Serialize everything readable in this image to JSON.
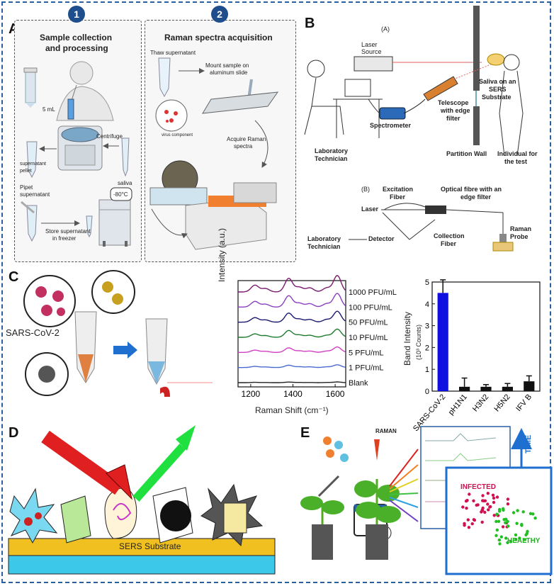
{
  "panel_labels": {
    "a": "A",
    "b": "B",
    "c": "C",
    "d": "D",
    "e": "E"
  },
  "panel_a": {
    "step1_num": "1",
    "step1_title_l1": "Sample collection",
    "step1_title_l2": "and processing",
    "step2_num": "2",
    "step2_title": "Raman spectra acquisition",
    "vol": "5 mL",
    "centrifuge": "Centrifuge",
    "supernatant": "supernatant",
    "pellet": "pellet",
    "saliva": "saliva",
    "pipet_l1": "Pipet",
    "pipet_l2": "supernatant",
    "store_l1": "Store supernatant",
    "store_l2": "in freezer",
    "temp": "-80°C",
    "thaw": "Thaw supernatant",
    "virus": "virus component",
    "mount_l1": "Mount sample on",
    "mount_l2": "aluminum slide",
    "acquire_l1": "Acquire Raman",
    "acquire_l2": "spectra"
  },
  "panel_b": {
    "sub_a": "(A)",
    "laser_l1": "Laser",
    "laser_l2": "Source",
    "saliva_l1": "Saliva on an",
    "saliva_l2": "SERS",
    "saliva_l3": "Substrate",
    "telescope_l1": "Telescope",
    "telescope_l2": "with edge",
    "telescope_l3": "filter",
    "spectrometer": "Spectrometer",
    "tech_l1": "Laboratory",
    "tech_l2": "Technician",
    "partition": "Partition Wall",
    "indiv_l1": "Individual for",
    "indiv_l2": "the test",
    "sub_b": "(B)",
    "excitation_l1": "Excitation",
    "excitation_l2": "Fiber",
    "optical_l1": "Optical fibre with an",
    "optical_l2": "edge filter",
    "laser": "Laser",
    "raman_l1": "Raman",
    "raman_l2": "Probe",
    "detector": "Detector",
    "collection_l1": "Collection",
    "collection_l2": "Fiber",
    "tech2_l1": "Laboratory",
    "tech2_l2": "Technician"
  },
  "panel_c": {
    "sars": "SARS-CoV-2",
    "spectra_ylabel": "Intensity (a.u.)",
    "spectra_xlabel": "Raman Shift (cm⁻¹)",
    "spectra_ticks": [
      "1200",
      "1400",
      "1600"
    ],
    "bar_ylabel_l1": "Band Intensity",
    "bar_ylabel_l2": "(10³ Counts)",
    "bar_yticks": [
      "0",
      "1",
      "2",
      "3",
      "4",
      "5"
    ]
  },
  "chart_data": [
    {
      "type": "line",
      "xlabel": "Raman Shift (cm⁻¹)",
      "ylabel": "Intensity (a.u.)",
      "x_ticks": [
        1200,
        1400,
        1600
      ],
      "series": [
        {
          "name": "1000 PFU/mL",
          "color": "#7b1a6e"
        },
        {
          "name": "100 PFU/mL",
          "color": "#8a3fc0"
        },
        {
          "name": "50 PFU/mL",
          "color": "#1a1a6e"
        },
        {
          "name": "10 PFU/mL",
          "color": "#1e7a2e"
        },
        {
          "name": "5 PFU/mL",
          "color": "#d040c0"
        },
        {
          "name": "1 PFU/mL",
          "color": "#4a6ad0"
        },
        {
          "name": "Blank",
          "color": "#222222"
        }
      ]
    },
    {
      "type": "bar",
      "ylabel": "Band Intensity",
      "ylim": [
        0,
        5
      ],
      "categories": [
        "SARS-CoV-2",
        "pH1N1",
        "H3N2",
        "H5N2",
        "IFV B"
      ],
      "values": [
        4.5,
        0.2,
        0.2,
        0.2,
        0.45
      ],
      "errors": [
        0.6,
        0.4,
        0.1,
        0.15,
        0.25
      ],
      "colors": [
        "#1010e0",
        "#111111",
        "#111111",
        "#111111",
        "#111111"
      ]
    }
  ],
  "panel_d": {
    "substrate": "SERS Substrate"
  },
  "panel_e": {
    "raman": "RAMAN",
    "time": "TIME",
    "infected": "INFECTED",
    "healthy": "HEALTHY"
  }
}
